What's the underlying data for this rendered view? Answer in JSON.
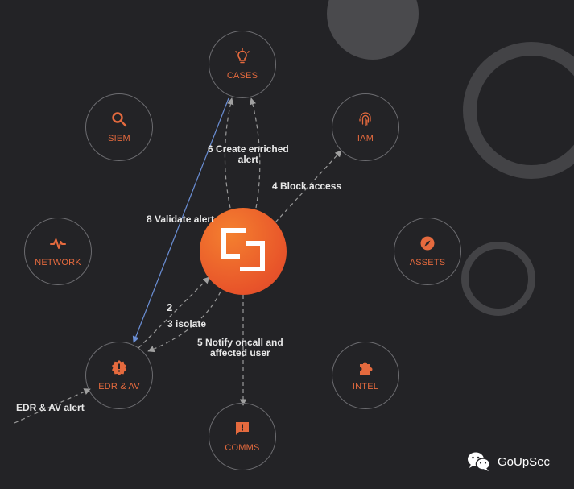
{
  "nodes": {
    "cases": "CASES",
    "siem": "SIEM",
    "iam": "IAM",
    "network": "NETWORK",
    "assets": "ASSETS",
    "edr_av": "EDR & AV",
    "intel": "INTEL",
    "comms": "COMMS"
  },
  "links": {
    "step2": "2",
    "step3": "3 isolate",
    "step4": "4 Block access",
    "step5_line1": "5 Notify oncall and",
    "step5_line2": "affected user",
    "step6_line1": "6 Create enriched",
    "step6_line2": "alert",
    "step8": "8 Validate alert",
    "input": "EDR & AV alert"
  },
  "brand": {
    "name": "GoUpSec"
  },
  "colors": {
    "background": "#232326",
    "accent": "#e56a3e",
    "hub": "#e8542a",
    "node_border": "#6c6c70",
    "dashed_link": "#9a9a9a",
    "validate_link": "#6b8fd6"
  },
  "icons": {
    "cases": "lightbulb-icon",
    "siem": "search-icon",
    "iam": "fingerprint-icon",
    "network": "pulse-icon",
    "assets": "compass-icon",
    "edr_av": "alert-badge-icon",
    "intel": "puzzle-icon",
    "comms": "chat-alert-icon",
    "hub": "soar-logo-icon",
    "brand": "wechat-icon"
  }
}
